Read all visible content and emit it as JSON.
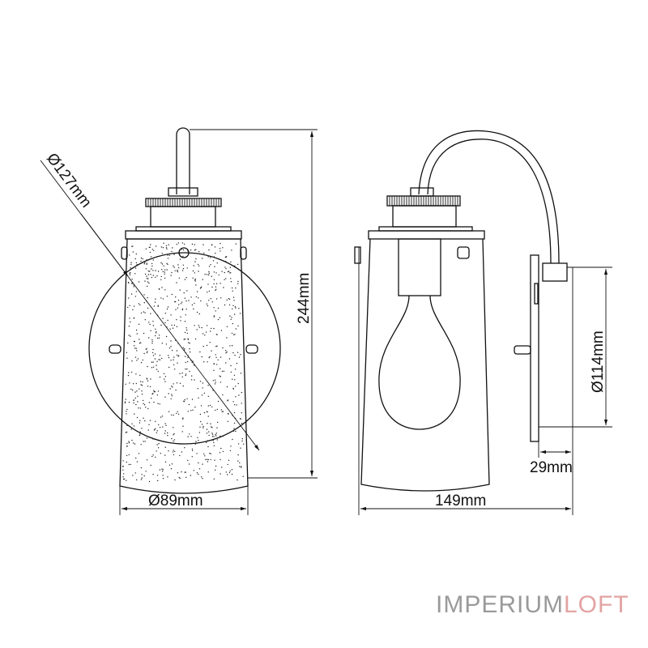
{
  "dimensions": {
    "shade_diameter": "Ø127mm",
    "height": "244mm",
    "glass_diameter": "Ø89mm",
    "depth": "149mm",
    "backplate_diameter": "Ø114mm",
    "backplate_thickness": "29mm"
  },
  "logo": {
    "part1": "IMPERIUM",
    "part2": "LOFT",
    "colors": {
      "part1": "#9a9a9a",
      "part2": "#e3a3a3"
    }
  }
}
